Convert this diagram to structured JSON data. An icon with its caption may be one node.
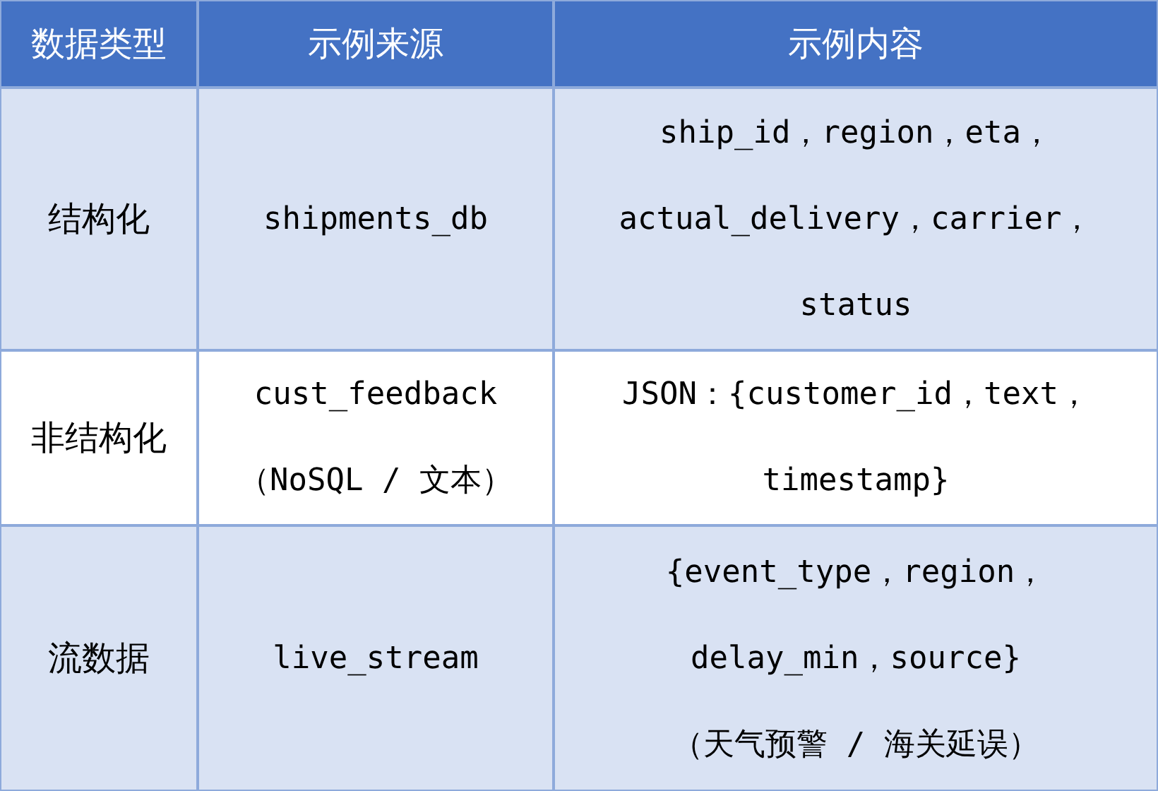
{
  "diagram": {
    "labels": [
      "数据类型",
      "示例来源",
      "示例内容",
      "结构化",
      "shipments_db",
      "ship_id，region，eta，actual_delivery，carrier，status",
      "非结构化",
      "cust_feedback（NoSQL / 文本）",
      "JSON：{customer_id，text，timestamp}",
      "流数据",
      "live_stream",
      "{event_type，region，delay_min，source}",
      "（天气预警 / 海关延误）"
    ]
  }
}
